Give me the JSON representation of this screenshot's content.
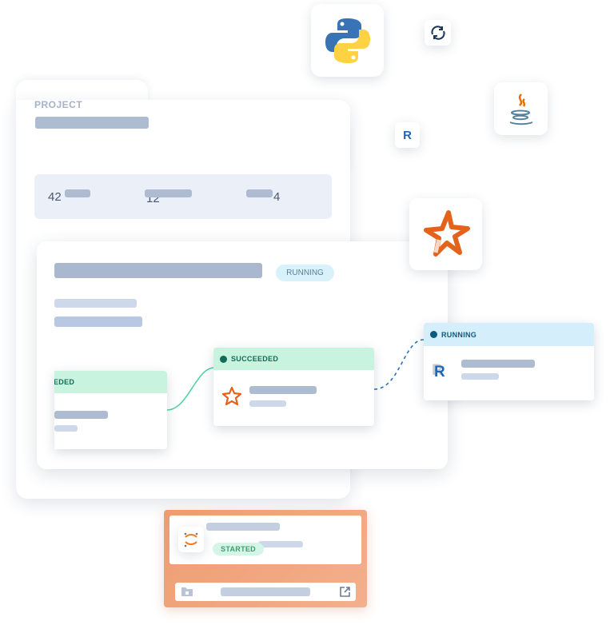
{
  "project": {
    "label": "PROJECT",
    "stats": [
      "42",
      "12",
      "4"
    ]
  },
  "pipeline": {
    "status": "RUNNING"
  },
  "nodes": [
    {
      "status": "SUCCEEDED",
      "color": "#c8f3df",
      "dot": "#116b55"
    },
    {
      "status": "SUCCEEDED",
      "color": "#c8f3df",
      "dot": "#116b55"
    },
    {
      "status": "RUNNING",
      "color": "#d4eefb",
      "dot": "#0e5a7c"
    }
  ],
  "job": {
    "status": "STARTED",
    "accent": "#f0a47a"
  },
  "icons": [
    "python-icon",
    "sync-icon",
    "java-icon",
    "r-icon",
    "kubeflow-icon",
    "spark-star-icon",
    "jupyter-icon",
    "folder-lock-icon",
    "external-link-icon"
  ]
}
